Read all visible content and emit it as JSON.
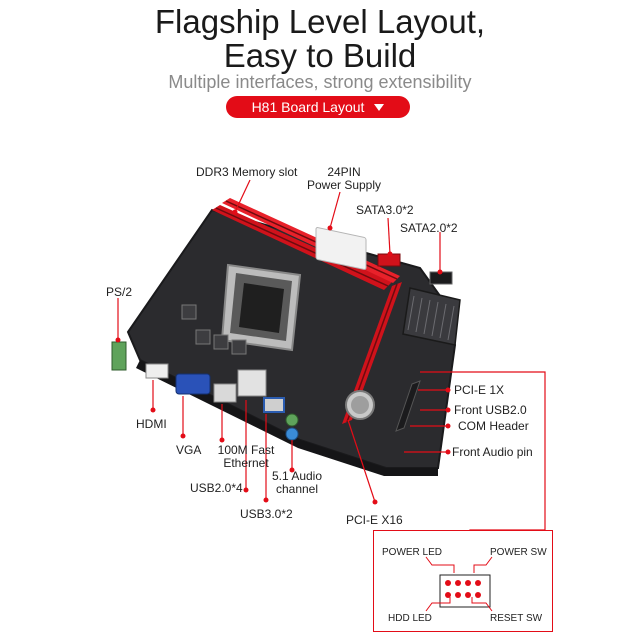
{
  "header": {
    "title_line1": "Flagship Level Layout,",
    "title_line2": "Easy to Build",
    "subtitle": "Multiple interfaces, strong extensibility",
    "badge_label": "H81 Board Layout"
  },
  "labels": {
    "ddr3": "DDR3 Memory slot",
    "power_line1": "24PIN",
    "power_line2": "Power Supply",
    "sata3": "SATA3.0*2",
    "sata2": "SATA2.0*2",
    "ps2": "PS/2",
    "hdmi": "HDMI",
    "vga": "VGA",
    "ethernet_line1": "100M Fast",
    "ethernet_line2": "Ethernet",
    "audio_line1": "5.1 Audio",
    "audio_line2": "channel",
    "usb2": "USB2.0*4",
    "usb3": "USB3.0*2",
    "pcie16": "PCI-E X16",
    "pcie1": "PCI-E 1X",
    "front_usb": "Front USB2.0",
    "com": "COM Header",
    "front_audio": "Front Audio pin"
  },
  "panel_pins": {
    "power_led": "POWER LED",
    "power_sw": "POWER SW",
    "hdd_led": "HDD LED",
    "reset_sw": "RESET SW"
  },
  "colors": {
    "accent": "#e30c17",
    "board": "#2b2b2e",
    "slot_red": "#d0121b"
  }
}
